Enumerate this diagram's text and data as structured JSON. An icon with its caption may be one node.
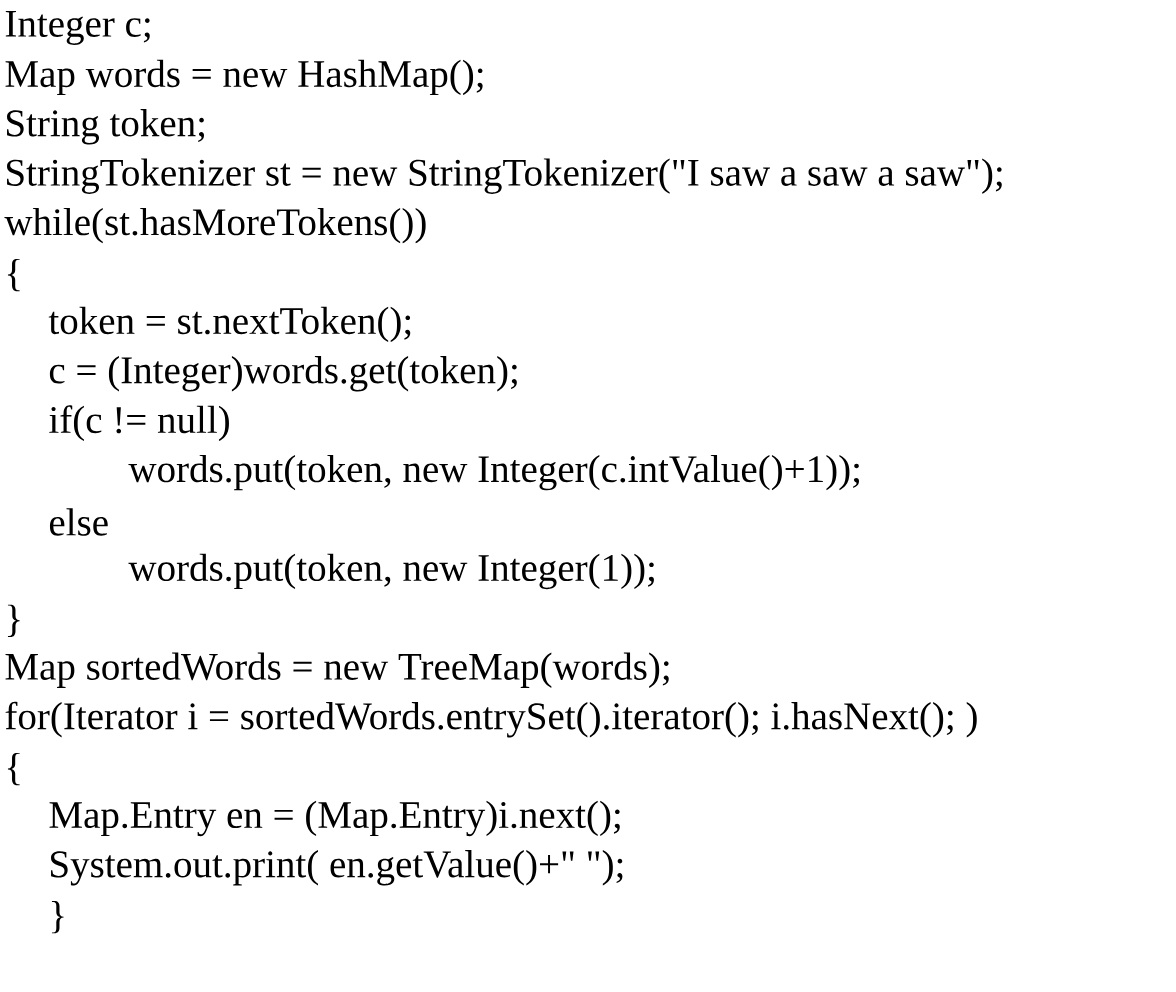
{
  "diagram": {
    "labels": [
      "Integer c;",
      "Map words = new HashMap();",
      "String token;",
      "StringTokenizer st = new StringTokenizer(\"I saw a saw a saw\");",
      "while(st.hasMoreTokens())",
      "{",
      "token = st.nextToken();",
      "c = (Integer)words.get(token);",
      "if(c != null)",
      "words.put(token, new Integer(c.intValue()+1));",
      "else",
      "words.put(token, new Integer(1));",
      "}",
      "Map sortedWords = new TreeMap(words);",
      "for(Iterator i = sortedWords.entrySet().iterator(); i.hasNext(); )",
      "{",
      "Map.Entry en = (Map.Entry)i.next();",
      "System.out.print( en.getValue()+\" \");",
      "}"
    ]
  }
}
